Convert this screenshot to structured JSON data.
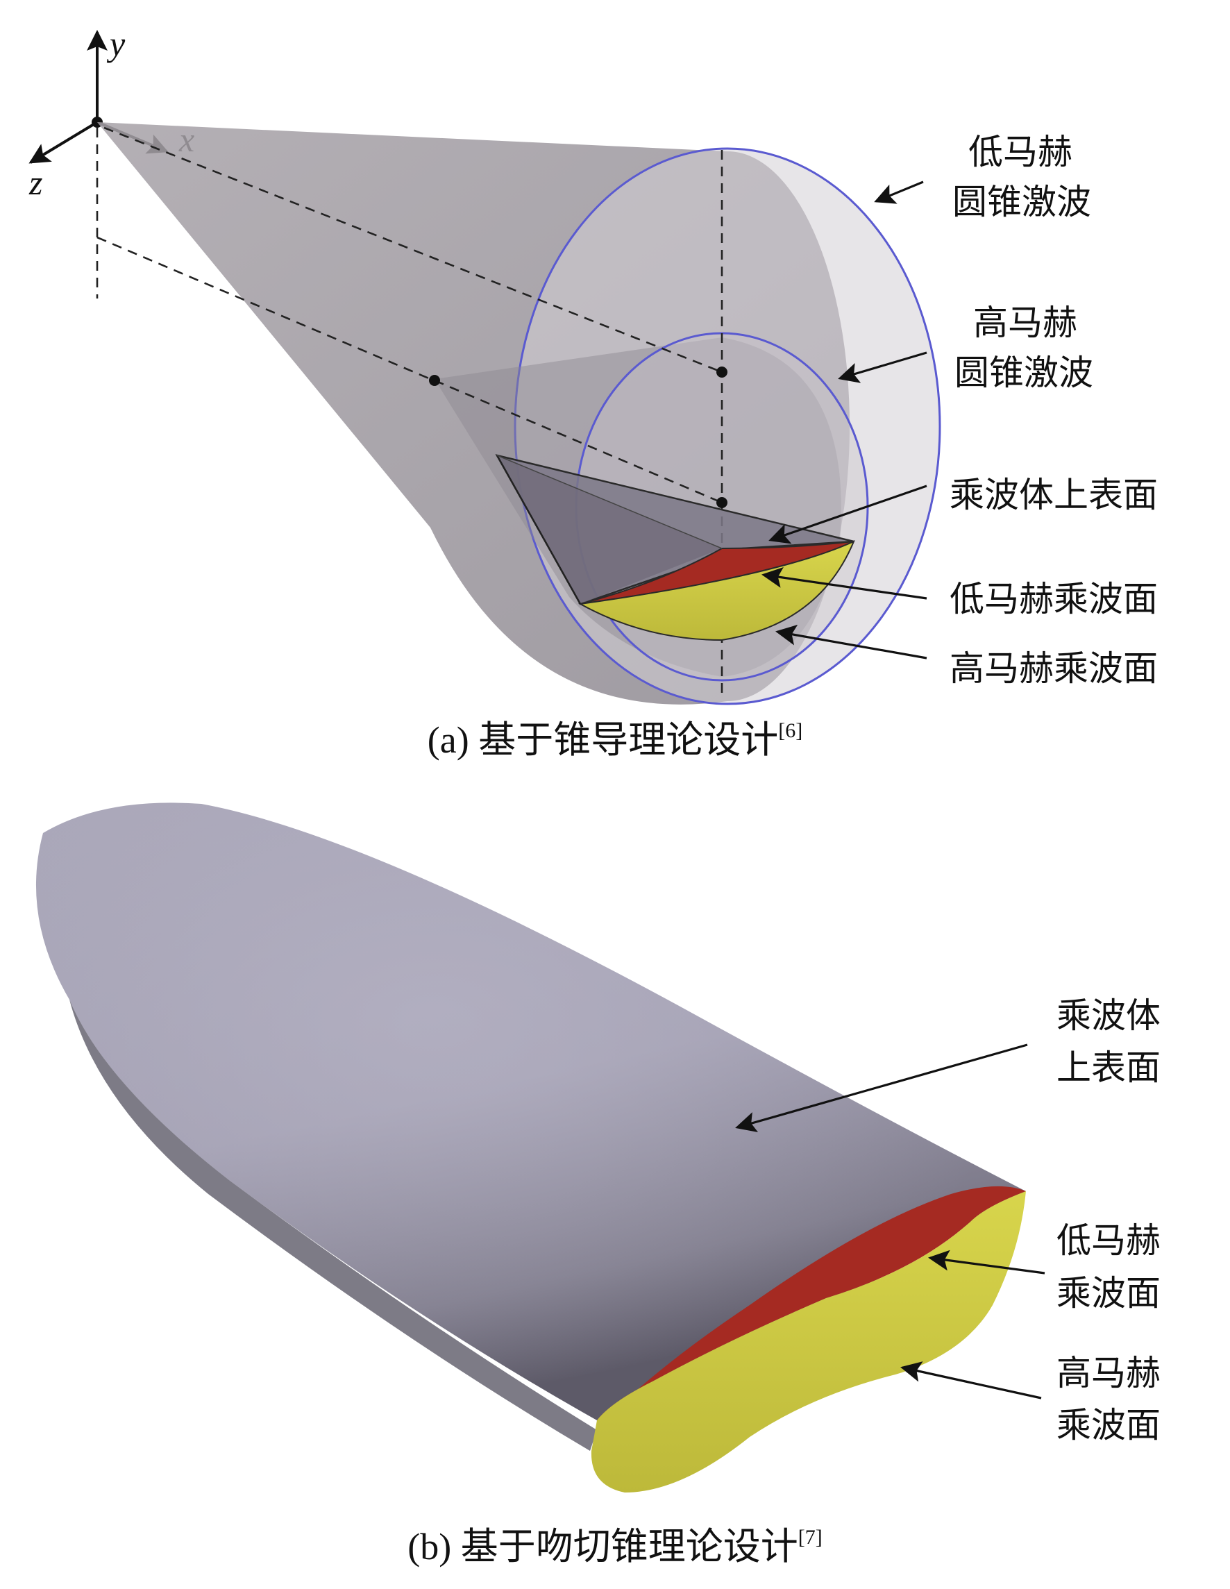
{
  "colors": {
    "cone_fill": "#9a959c",
    "shock_circle": "#5a5ad0",
    "upper_surface": "#7d7887",
    "low_mach_surface": "#a52a22",
    "high_mach_surface": "#c9c745",
    "body_b": "#9e9bae"
  },
  "axes": {
    "y": "y",
    "x": "x",
    "z": "z"
  },
  "panel_a": {
    "labels": {
      "low_mach_cone_shock_line1": "低马赫",
      "low_mach_cone_shock_line2": "圆锥激波",
      "high_mach_cone_shock_line1": "高马赫",
      "high_mach_cone_shock_line2": "圆锥激波",
      "upper_surface": "乘波体上表面",
      "low_mach_waverider_surface": "低马赫乘波面",
      "high_mach_waverider_surface": "高马赫乘波面"
    },
    "caption": "(a) 基于锥导理论设计",
    "caption_ref": "[6]"
  },
  "panel_b": {
    "labels": {
      "upper_surface_line1": "乘波体",
      "upper_surface_line2": "上表面",
      "low_mach_line1": "低马赫",
      "low_mach_line2": "乘波面",
      "high_mach_line1": "高马赫",
      "high_mach_line2": "乘波面"
    },
    "caption": "(b) 基于吻切锥理论设计",
    "caption_ref": "[7]"
  }
}
